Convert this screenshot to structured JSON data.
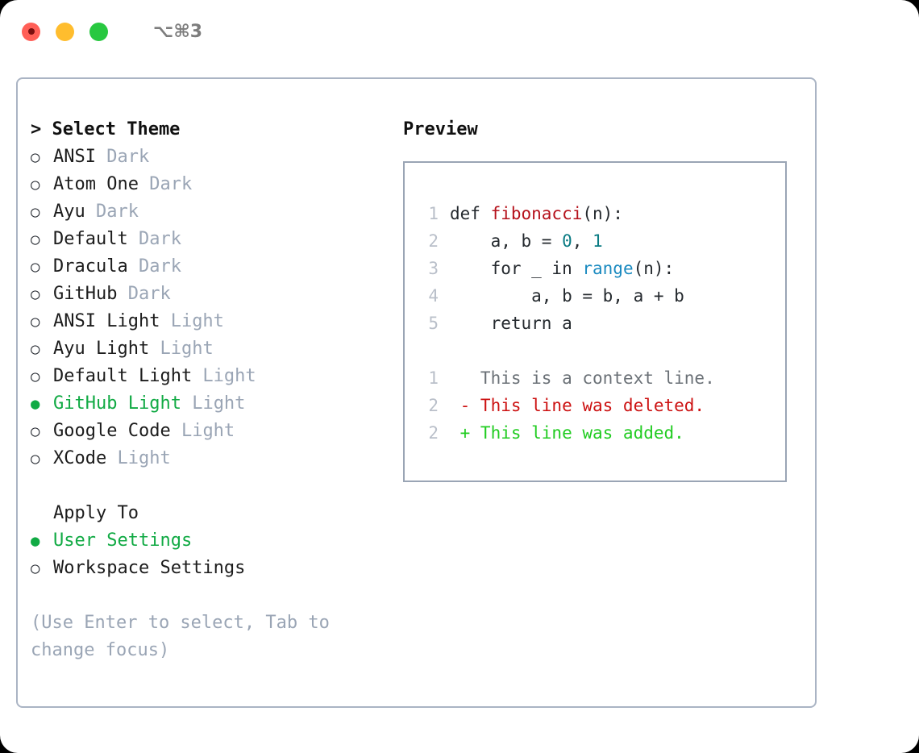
{
  "titlebar": {
    "shortcut": "⌥⌘3",
    "lights": [
      "close",
      "minimize",
      "maximize"
    ]
  },
  "theme_picker": {
    "header": "> Select Theme",
    "items": [
      {
        "bullet": "○",
        "label": "ANSI",
        "suffix": "Dark",
        "selected": false
      },
      {
        "bullet": "○",
        "label": "Atom One",
        "suffix": "Dark",
        "selected": false
      },
      {
        "bullet": "○",
        "label": "Ayu",
        "suffix": "Dark",
        "selected": false
      },
      {
        "bullet": "○",
        "label": "Default",
        "suffix": "Dark",
        "selected": false
      },
      {
        "bullet": "○",
        "label": "Dracula",
        "suffix": "Dark",
        "selected": false
      },
      {
        "bullet": "○",
        "label": "GitHub",
        "suffix": "Dark",
        "selected": false
      },
      {
        "bullet": "○",
        "label": "ANSI Light",
        "suffix": "Light",
        "selected": false
      },
      {
        "bullet": "○",
        "label": "Ayu Light",
        "suffix": "Light",
        "selected": false
      },
      {
        "bullet": "○",
        "label": "Default Light",
        "suffix": "Light",
        "selected": false
      },
      {
        "bullet": "●",
        "label": "GitHub Light",
        "suffix": "Light",
        "selected": true
      },
      {
        "bullet": "○",
        "label": "Google Code",
        "suffix": "Light",
        "selected": false
      },
      {
        "bullet": "○",
        "label": "XCode",
        "suffix": "Light",
        "selected": false
      }
    ]
  },
  "apply_to": {
    "header": "Apply To",
    "items": [
      {
        "bullet": "●",
        "label": "User Settings",
        "selected": true
      },
      {
        "bullet": "○",
        "label": "Workspace Settings",
        "selected": false
      }
    ]
  },
  "help": {
    "text": "(Use Enter to select, Tab to change focus)"
  },
  "preview": {
    "title": "Preview",
    "code_lines": [
      {
        "no": "1",
        "tokens": [
          {
            "t": "def ",
            "c": "plain"
          },
          {
            "t": "fibonacci",
            "c": "func"
          },
          {
            "t": "(n):",
            "c": "plain"
          }
        ]
      },
      {
        "no": "2",
        "tokens": [
          {
            "t": "    a, b = ",
            "c": "plain"
          },
          {
            "t": "0",
            "c": "num"
          },
          {
            "t": ", ",
            "c": "plain"
          },
          {
            "t": "1",
            "c": "num"
          }
        ]
      },
      {
        "no": "3",
        "tokens": [
          {
            "t": "    for _ in ",
            "c": "plain"
          },
          {
            "t": "range",
            "c": "builtin"
          },
          {
            "t": "(n):",
            "c": "plain"
          }
        ]
      },
      {
        "no": "4",
        "tokens": [
          {
            "t": "        a, b = b, a + b",
            "c": "plain"
          }
        ]
      },
      {
        "no": "5",
        "tokens": [
          {
            "t": "    return a",
            "c": "plain"
          }
        ]
      }
    ],
    "diff_lines": [
      {
        "no": "1",
        "marker": " ",
        "text": " This is a context line.",
        "kind": "context"
      },
      {
        "no": "2",
        "marker": "-",
        "text": " This line was deleted.",
        "kind": "del"
      },
      {
        "no": "2",
        "marker": "+",
        "text": " This line was added.",
        "kind": "add"
      }
    ]
  },
  "colors": {
    "accent_green": "#11aa44",
    "muted": "#9aa5b5",
    "border": "#aab4c4",
    "diff_add": "#22cc22",
    "diff_del": "#cc1111",
    "func": "#b5111b",
    "number": "#0a7b83",
    "builtin": "#1a8ac0",
    "light_red": "#ff5f57",
    "light_yellow": "#ffbd2e",
    "light_green": "#28c840"
  }
}
